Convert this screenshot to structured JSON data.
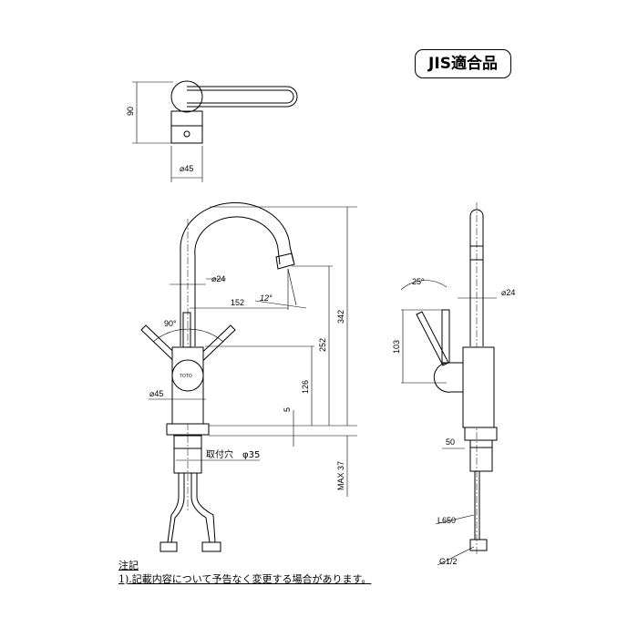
{
  "badge": "JIS適合品",
  "top_view": {
    "dim_height": "90",
    "dim_diameter": "⌀45"
  },
  "front_view": {
    "dim_pipe": "⌀24",
    "dim_reach": "152",
    "dim_angle_spout": "12°",
    "dim_handle_angle": "90°",
    "dim_body": "⌀45",
    "dim_total": "342",
    "dim_spout_height": "252",
    "dim_body_height": "126",
    "dim_base": "5",
    "dim_max": "MAX 37",
    "mount_hole": "取付穴　φ35"
  },
  "side_view": {
    "dim_angle": "25°",
    "dim_pipe": "⌀24",
    "dim_handle": "103",
    "dim_offset": "50",
    "hose_length": "L650",
    "thread": "G1/2"
  },
  "notes": {
    "title": "注記",
    "line1": "1).記載内容について予告なく変更する場合があります。"
  }
}
